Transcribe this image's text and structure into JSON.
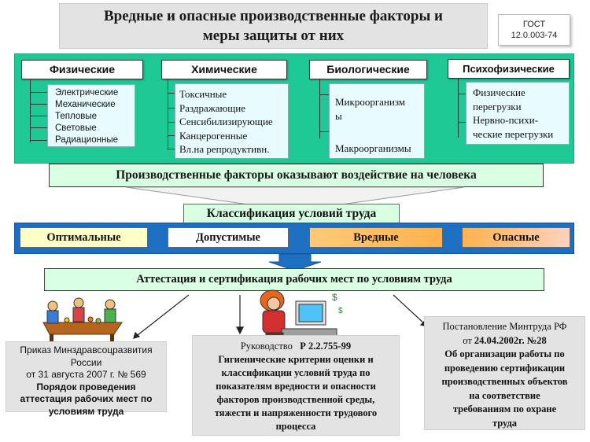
{
  "title": {
    "line1": "Вредные и опасные производственные факторы и",
    "line2": "меры защиты от них"
  },
  "gost": {
    "line1": "ГОСТ",
    "line2": "12.0.003-74"
  },
  "categories": [
    {
      "label": "Физические",
      "items": [
        "Электрические",
        "Механические",
        "Тепловые",
        "Световые",
        "Радиационные"
      ]
    },
    {
      "label": "Химические",
      "items": [
        "Токсичные",
        "Раздражающие",
        "Сенсибилизирующие",
        "Канцерогенные",
        "Вл.на репродуктивн."
      ]
    },
    {
      "label": "Биологические",
      "items": [
        "Микроорганизм",
        "ы",
        "Макроорганизмы"
      ]
    },
    {
      "label": "Психофизические",
      "items": [
        "Физические",
        "перегрузки",
        "Нервно-психи-",
        "ческие перегрузки"
      ]
    }
  ],
  "impact": "Производственные факторы оказывают воздействие на человека",
  "classification": "Классификация условий труда",
  "conditions": [
    {
      "label": "Оптимальные",
      "color": "#ffffc8"
    },
    {
      "label": "Допустимые",
      "color": "#ffffff"
    },
    {
      "label": "Вредные",
      "color": "#ffb24c"
    },
    {
      "label": "Опасные",
      "color": "#ffb89a"
    }
  ],
  "attestation": "Аттестация и сертификация рабочих мест по условиям труда",
  "doc_left": {
    "lines": [
      "Приказ Минздравсоцразвития",
      "России",
      "от 31 августа 2007 г. № 569"
    ],
    "bold": [
      "Порядок проведения",
      "аттестация рабочих мест по",
      "условиям труда"
    ]
  },
  "doc_center": {
    "prefix": "Руководство",
    "code": "Р 2.2.755-99",
    "bold": [
      "Гигиенические критерии оценки и",
      "классификации условий труда по",
      "показателям вредности и опасности",
      "факторов производственной среды,",
      "тяжести и напряженности трудового",
      "процесса"
    ]
  },
  "doc_right": {
    "line1": "Постановление Минтруда РФ",
    "line2_prefix": "от",
    "line2_bold": "24.04.2002г. №28",
    "bold": [
      "Об организации работы по",
      "проведению сертификации",
      "производственных объектов",
      "на соответствие",
      "требованиям  по охране",
      "труда"
    ]
  },
  "colors": {
    "green": "#1ec996",
    "blue": "#1d6fc2",
    "light_green": "#d9ffe3",
    "box_gray": "#e3e3e3"
  }
}
